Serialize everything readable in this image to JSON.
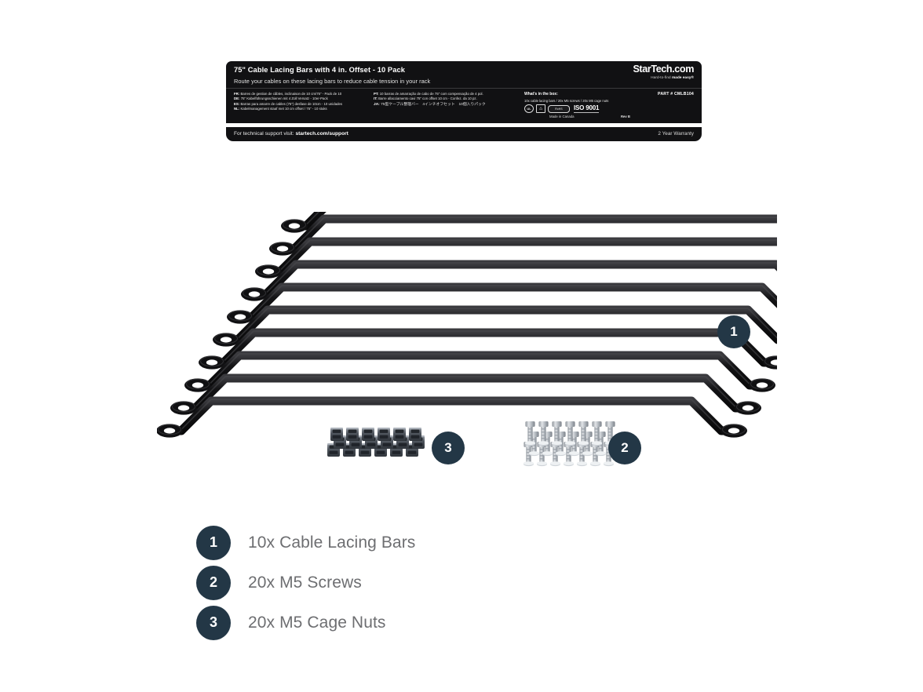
{
  "header": {
    "title": "75\" Cable Lacing Bars with 4 in. Offset - 10 Pack",
    "subtitle": "Route your cables on these lacing bars to reduce cable tension in your rack",
    "brand_name": "StarTech",
    "brand_suffix": ".com",
    "brand_tagline_light": "Hard-to-find",
    "brand_tagline_bold": "made easy®",
    "part_number": "PART # CMLB104"
  },
  "languages": {
    "column_one": [
      {
        "code": "FR:",
        "text": "Barres de gestion de câbles, inclinaison de 10 cm/75\" - Pack de 10"
      },
      {
        "code": "DE:",
        "text": "75\" Kabelführungsschienen mit 4 Zoll Versatz - 10er-Pack"
      },
      {
        "code": "ES:",
        "text": "Barras para amarre de cables (75\") desfase de 10cm - 10 unidades"
      },
      {
        "code": "NL:",
        "text": "Kabelmanagement staaf met 10 cm offset / 75\" - 10 stuks"
      }
    ],
    "column_two": [
      {
        "code": "PT:",
        "text": "10 barras de amarração de cabo de 75\" com compensação de 4 pol."
      },
      {
        "code": "IT:",
        "text": "Barre allacciamento cavi 75\" con offset 10 cm - Confez. da 10 pz."
      },
      {
        "code": "JA:",
        "text": "75型ケーブル整理バー　4インチオフセット　10個入りパック"
      }
    ]
  },
  "whats_in_box": {
    "title": "What's in the box:",
    "contents": "10x cable lacing bars / 20x M5 screws / 20x M5 cage nuts",
    "certifications": [
      {
        "name": "ul-listed-icon",
        "glyph": "UL"
      },
      {
        "name": "weee-icon",
        "glyph": "♺"
      },
      {
        "name": "rohs-ce-icon",
        "glyph": "RoHS"
      }
    ],
    "iso_label": "ISO 9001",
    "made_in": "Made in Canada",
    "revision": "Rev B"
  },
  "support": {
    "prefix": "For technical support visit: ",
    "url": "startech.com/support",
    "warranty": "2 Year Warranty"
  },
  "callouts": [
    {
      "number": "1",
      "target": "cable-lacing-bars"
    },
    {
      "number": "2",
      "target": "m5-screws"
    },
    {
      "number": "3",
      "target": "m5-cage-nuts"
    }
  ],
  "legend": [
    {
      "number": "1",
      "label": "10x Cable Lacing Bars"
    },
    {
      "number": "2",
      "label": "20x M5 Screws"
    },
    {
      "number": "3",
      "label": "20x M5 Cage Nuts"
    }
  ],
  "colors": {
    "badge_navy": "#233746",
    "panel_black": "#111113",
    "legend_grey": "#6d6e71",
    "bar_black": "#121214",
    "screw_silver": "#b9bcc0",
    "nut_grey": "#5b6068"
  }
}
